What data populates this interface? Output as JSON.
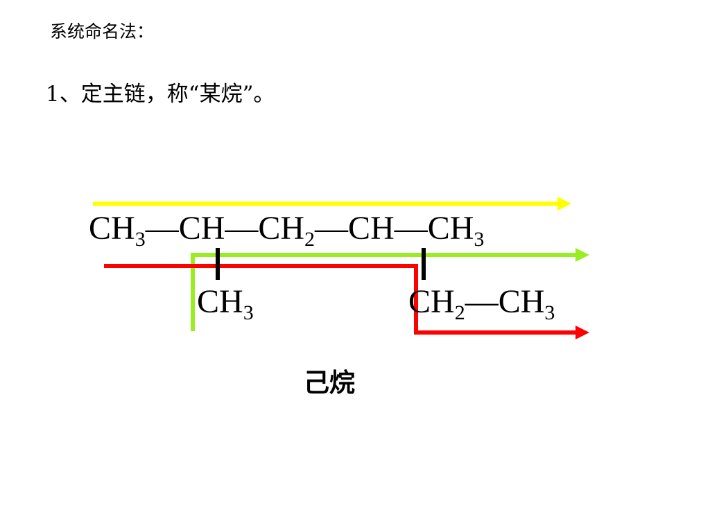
{
  "slide": {
    "heading": "系统命名法：",
    "step": "1、定主链，称“某烷”。",
    "answer": "己烷"
  },
  "formula": {
    "main": [
      "CH",
      "3",
      "—CH—CH",
      "2",
      "—CH—CH",
      "3"
    ],
    "branch1": [
      "CH",
      "3"
    ],
    "branch2": [
      "CH",
      "2",
      "—CH",
      "3"
    ]
  },
  "colors": {
    "yellow_path": "#ffff00",
    "green_path": "#99ee22",
    "red_path": "#ff0000",
    "bond": "#000000"
  }
}
